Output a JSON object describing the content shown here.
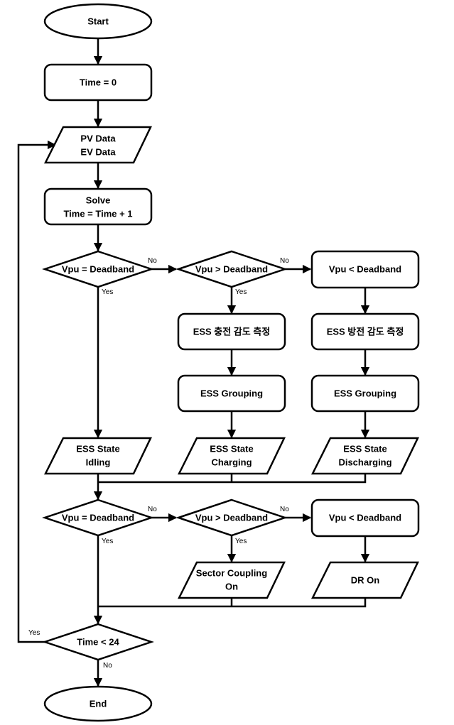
{
  "nodes": {
    "start": "Start",
    "time_init": "Time = 0",
    "data_line1": "PV Data",
    "data_line2": "EV Data",
    "solve_line1": "Solve",
    "solve_line2": "Time = Time + 1",
    "check1_eq": "Vpu = Deadband",
    "check1_gt": "Vpu > Deadband",
    "check1_lt": "Vpu < Deadband",
    "measure_charge": "ESS 충전 감도 측정",
    "measure_discharge": "ESS 방전 감도 측정",
    "grouping_charge": "ESS Grouping",
    "grouping_discharge": "ESS Grouping",
    "state_idle_line1": "ESS State",
    "state_idle_line2": "Idling",
    "state_charge_line1": "ESS State",
    "state_charge_line2": "Charging",
    "state_discharge_line1": "ESS State",
    "state_discharge_line2": "Discharging",
    "check2_eq": "Vpu = Deadband",
    "check2_gt": "Vpu > Deadband",
    "check2_lt": "Vpu < Deadband",
    "sector_line1": "Sector Coupling",
    "sector_line2": "On",
    "dr_on": "DR On",
    "time_check": "Time < 24",
    "end": "End"
  },
  "edge_labels": {
    "c1_eq_no": "No",
    "c1_eq_yes": "Yes",
    "c1_gt_no": "No",
    "c1_gt_yes": "Yes",
    "c2_eq_no": "No",
    "c2_eq_yes": "Yes",
    "c2_gt_no": "No",
    "c2_gt_yes": "Yes",
    "time_yes": "Yes",
    "time_no": "No"
  }
}
